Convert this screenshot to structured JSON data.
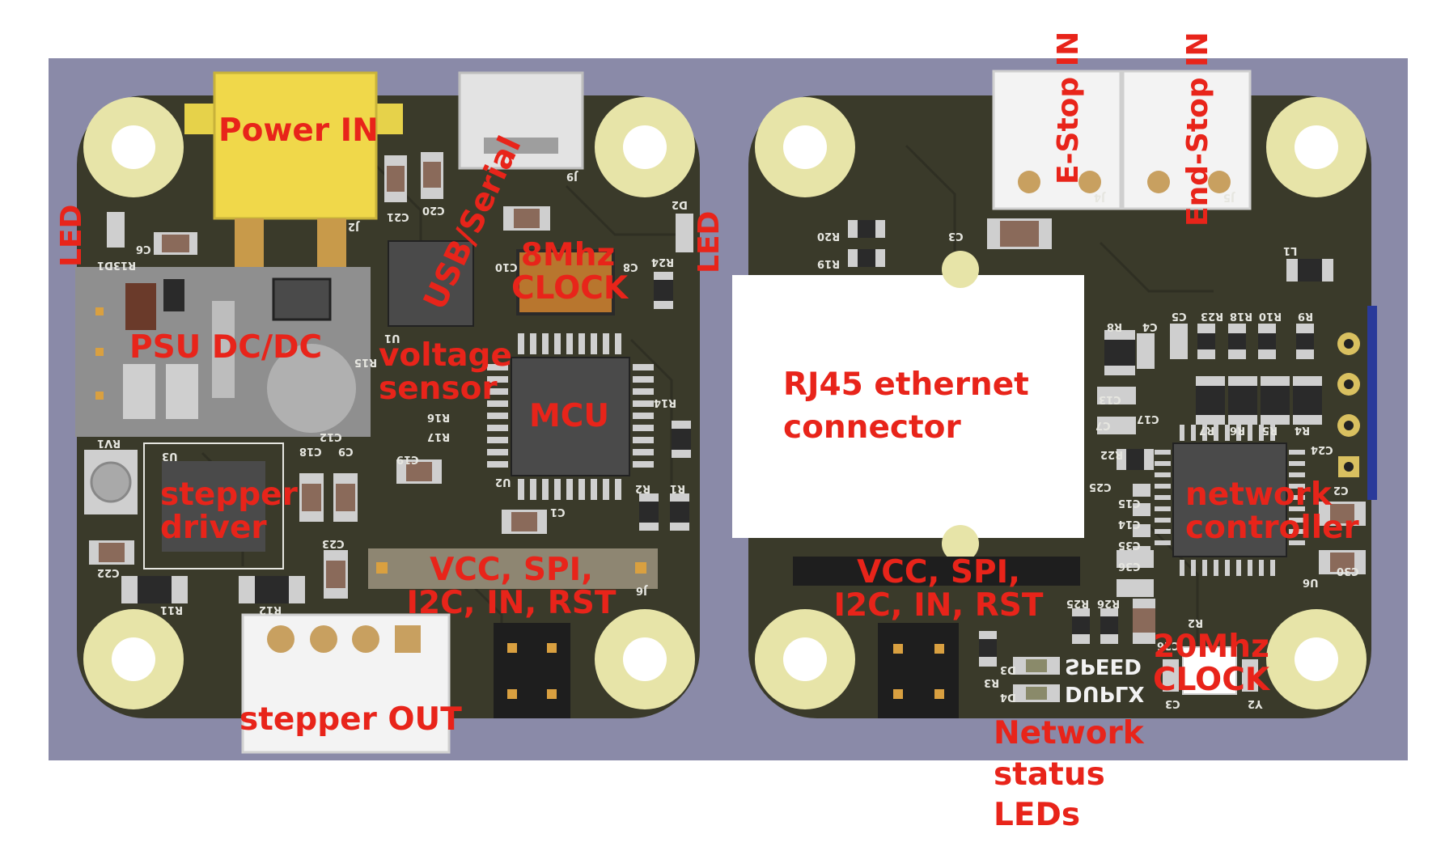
{
  "colors": {
    "board": "#3a3a2a",
    "background": "#8a8aa8",
    "label": "#e8241a",
    "pad_ring": "#e7e4a8",
    "power_jack": "#f0d84a",
    "psu": "#8f8f8f",
    "rj45": "#ffffff",
    "connector": "#f3f3f3"
  },
  "left_board": {
    "labels": {
      "power_in": "Power IN",
      "usb_serial": "USB/Serial",
      "led_left": "LED",
      "led_right": "LED",
      "clock": "8Mhz CLOCK",
      "psu": "PSU DC/DC",
      "voltage_sensor": "voltage sensor",
      "mcu": "MCU",
      "stepper_driver": "stepper driver",
      "header": "VCC, SPI, I2C, IN, RST",
      "stepper_out": "stepper OUT"
    },
    "silkscreen": [
      "J9",
      "J2",
      "C21",
      "C20",
      "C6",
      "R13",
      "D1",
      "U1",
      "C10",
      "C8",
      "R24",
      "D2",
      "C12",
      "R16",
      "R17",
      "C18",
      "C9",
      "C19",
      "U2",
      "R14",
      "R2",
      "R1",
      "C1",
      "RV1",
      "U3",
      "C22",
      "C23",
      "R11",
      "R12",
      "J6",
      "R15"
    ]
  },
  "right_board": {
    "labels": {
      "estop": "E-Stop IN",
      "endstop": "End-Stop IN",
      "rj45": "RJ45 ethernet connector",
      "network_controller": "network controller",
      "header": "VCC, SPI, I2C, IN, RST",
      "clock": "20Mhz CLOCK",
      "status_leds": "Network status LEDs",
      "speed": "SPEED",
      "duplex": "DUPLX"
    },
    "silkscreen": [
      "J4",
      "J5",
      "C3",
      "R20",
      "R19",
      "L1",
      "R8",
      "C4",
      "C5",
      "R23",
      "R18",
      "R10",
      "R9",
      "C13",
      "C17",
      "C7",
      "R7",
      "R6",
      "R5",
      "R4",
      "R22",
      "C24",
      "C2",
      "C25",
      "C15",
      "C14",
      "C35",
      "C36",
      "C30",
      "U6",
      "R25",
      "R26",
      "R2",
      "C26",
      "D3",
      "D4",
      "R3",
      "C3",
      "Y2"
    ]
  }
}
